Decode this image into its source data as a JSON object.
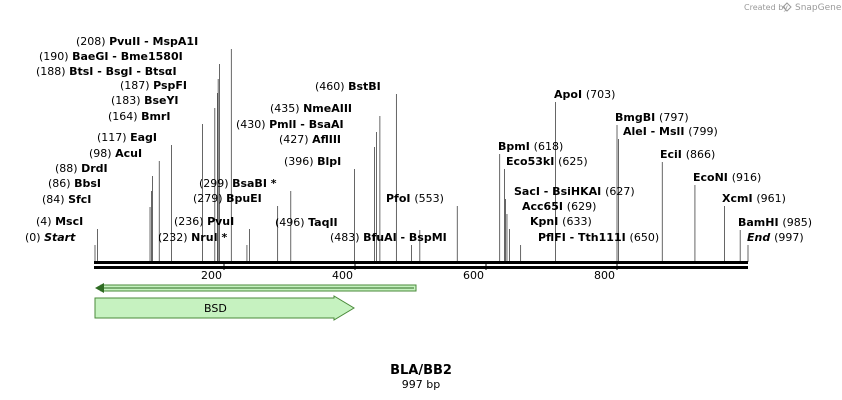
{
  "header": {
    "created_by": "Created by",
    "brand": "SnapGene"
  },
  "map": {
    "name": "BLA/BB2",
    "length_label": "997 bp",
    "length": 997,
    "ruler_ticks": [
      "200",
      "400",
      "600",
      "800"
    ],
    "features": [
      {
        "name": "BSD",
        "start": 1,
        "end": 396,
        "color": "#c6f2c0",
        "stroke": "#4a8a3a"
      },
      {
        "name": "",
        "start": 1,
        "end": 492,
        "color": "#c6f2c0",
        "stroke": "#4a8a3a",
        "reverse": true
      }
    ]
  },
  "sites": [
    {
      "pos": "(0)",
      "name": "Start",
      "bp": 0,
      "italic": true
    },
    {
      "pos": "(4)",
      "name": "MscI",
      "bp": 4
    },
    {
      "pos": "(84)",
      "name": "SfcI",
      "bp": 84
    },
    {
      "pos": "(86)",
      "name": "BbsI",
      "bp": 86
    },
    {
      "pos": "(88)",
      "name": "DrdI",
      "bp": 88
    },
    {
      "pos": "(98)",
      "name": "AcuI",
      "bp": 98
    },
    {
      "pos": "(117)",
      "name": "EagI",
      "bp": 117
    },
    {
      "pos": "(164)",
      "name": "BmrI",
      "bp": 164
    },
    {
      "pos": "(183)",
      "name": "BseYI",
      "bp": 183
    },
    {
      "pos": "(187)",
      "name": "PspFI",
      "bp": 187
    },
    {
      "pos": "(188)",
      "name": "BtsI - BsgI - BtsαI",
      "bp": 188
    },
    {
      "pos": "(190)",
      "name": "BaeGI - Bme1580I",
      "bp": 190
    },
    {
      "pos": "(208)",
      "name": "PvuII - MspA1I",
      "bp": 208
    },
    {
      "pos": "(232)",
      "name": "NruI *",
      "bp": 232,
      "posAfter": false
    },
    {
      "pos": "(236)",
      "name": "PvuI",
      "bp": 236
    },
    {
      "pos": "(279)",
      "name": "BpuEI",
      "bp": 279
    },
    {
      "pos": "(299)",
      "name": "BsaBI *",
      "bp": 299
    },
    {
      "pos": "(396)",
      "name": "BlpI",
      "bp": 396
    },
    {
      "pos": "(427)",
      "name": "AflIII",
      "bp": 427
    },
    {
      "pos": "(430)",
      "name": "PmlI - BsaAI",
      "bp": 430
    },
    {
      "pos": "(435)",
      "name": "NmeAIII",
      "bp": 435
    },
    {
      "pos": "(460)",
      "name": "BstBI",
      "bp": 460
    },
    {
      "pos": "(483)",
      "name": "BfuAI - BspMI",
      "bp": 483
    },
    {
      "pos": "(496)",
      "name": "TaqII",
      "bp": 496
    },
    {
      "pos": "(553)",
      "name": "PfoI",
      "bp": 553
    },
    {
      "pos": "(618)",
      "name": "BpmI",
      "bp": 618
    },
    {
      "pos": "(625)",
      "name": "Eco53kI",
      "bp": 625
    },
    {
      "pos": "(627)",
      "name": "SacI - BsiHKAI",
      "bp": 627
    },
    {
      "pos": "(629)",
      "name": "Acc65I",
      "bp": 629
    },
    {
      "pos": "(633)",
      "name": "KpnI",
      "bp": 633
    },
    {
      "pos": "(650)",
      "name": "PflFI - Tth111I",
      "bp": 650
    },
    {
      "pos": "(703)",
      "name": "ApoI",
      "bp": 703
    },
    {
      "pos": "(797)",
      "name": "BmgBI",
      "bp": 797
    },
    {
      "pos": "(799)",
      "name": "AleI - MslI",
      "bp": 799
    },
    {
      "pos": "(866)",
      "name": "EciI",
      "bp": 866
    },
    {
      "pos": "(916)",
      "name": "EcoNI",
      "bp": 916
    },
    {
      "pos": "(961)",
      "name": "XcmI",
      "bp": 961
    },
    {
      "pos": "(985)",
      "name": "BamHI",
      "bp": 985
    },
    {
      "pos": "(997)",
      "name": "End",
      "bp": 997,
      "italic": true
    }
  ]
}
